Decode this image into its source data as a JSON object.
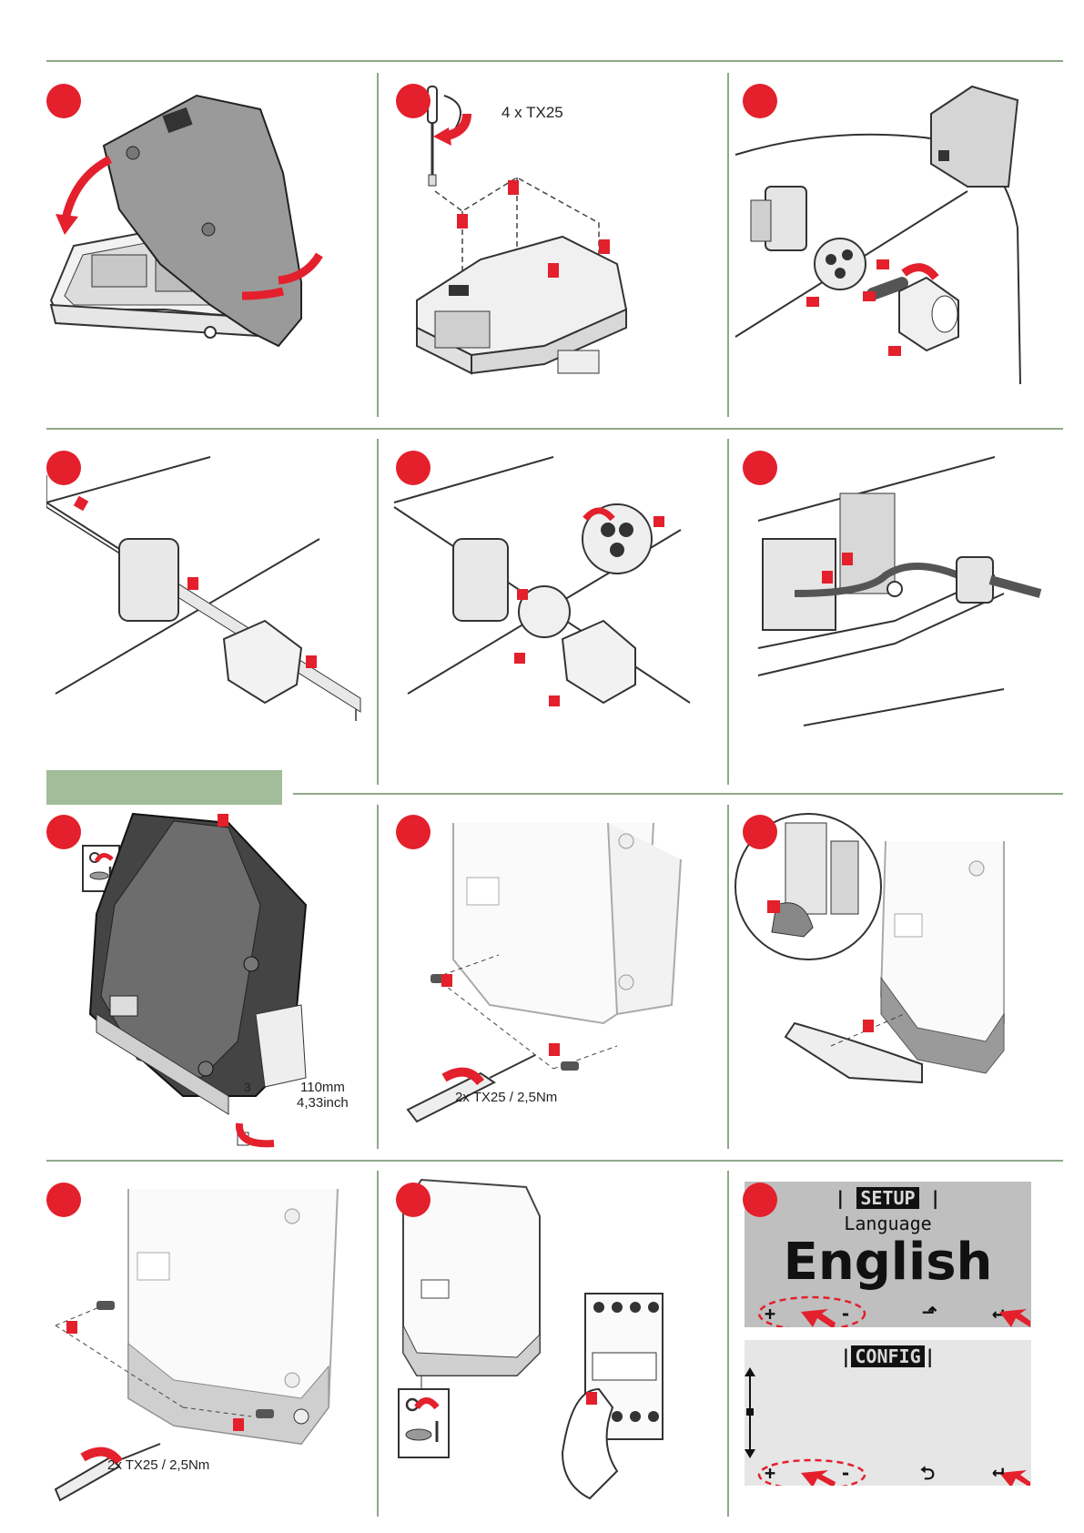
{
  "steps": {
    "s2": {
      "screw_label": "4 x TX25"
    },
    "s7": {
      "dim_mm": "110mm",
      "dim_inch": "4,33inch",
      "step_number": "3"
    },
    "s8": {
      "torque_label": "2x TX25 / 2,5Nm"
    },
    "s10": {
      "torque_label": "2x TX25 / 2,5Nm"
    }
  },
  "display_setup": {
    "header": "SETUP",
    "subtitle": "Language",
    "value": "English",
    "btn_plus": "+",
    "btn_minus": "-",
    "btn_back": "⬏",
    "btn_enter": "↵"
  },
  "display_config": {
    "header": "CONFIG",
    "btn_plus": "+",
    "btn_minus": "-",
    "btn_back": "⮌",
    "btn_enter": "↵"
  },
  "colors": {
    "accent": "#e3202c",
    "rule": "#8fa88a",
    "band": "#a3bc9a"
  }
}
